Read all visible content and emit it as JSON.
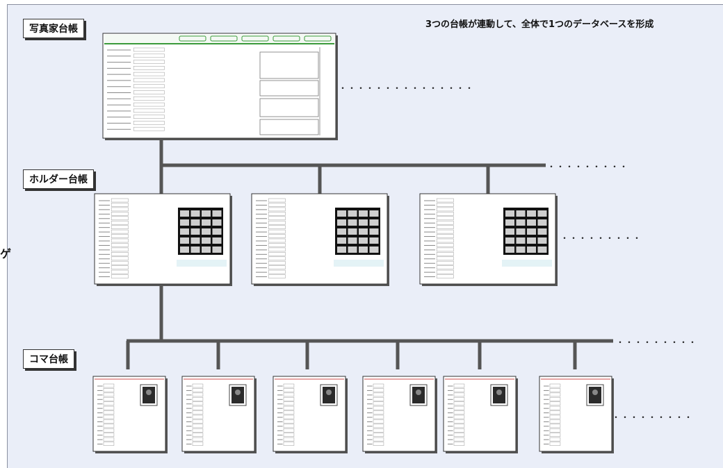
{
  "diagram": {
    "headline": "3つの台帳が連動して、全体で1つのデータベースを形成",
    "edge_fragment": "ゲ",
    "tiers": [
      {
        "id": "photographer",
        "label": "写真家台帳"
      },
      {
        "id": "holder",
        "label": "ホルダー台帳"
      },
      {
        "id": "frame",
        "label": "コマ台帳"
      }
    ],
    "continuation": "・・・・・・・・・・・・・・・",
    "colors": {
      "connector": "#555555",
      "background": "#eaeef8",
      "form_header": "#3a9a3a",
      "photo_sheet": "#111111"
    }
  }
}
